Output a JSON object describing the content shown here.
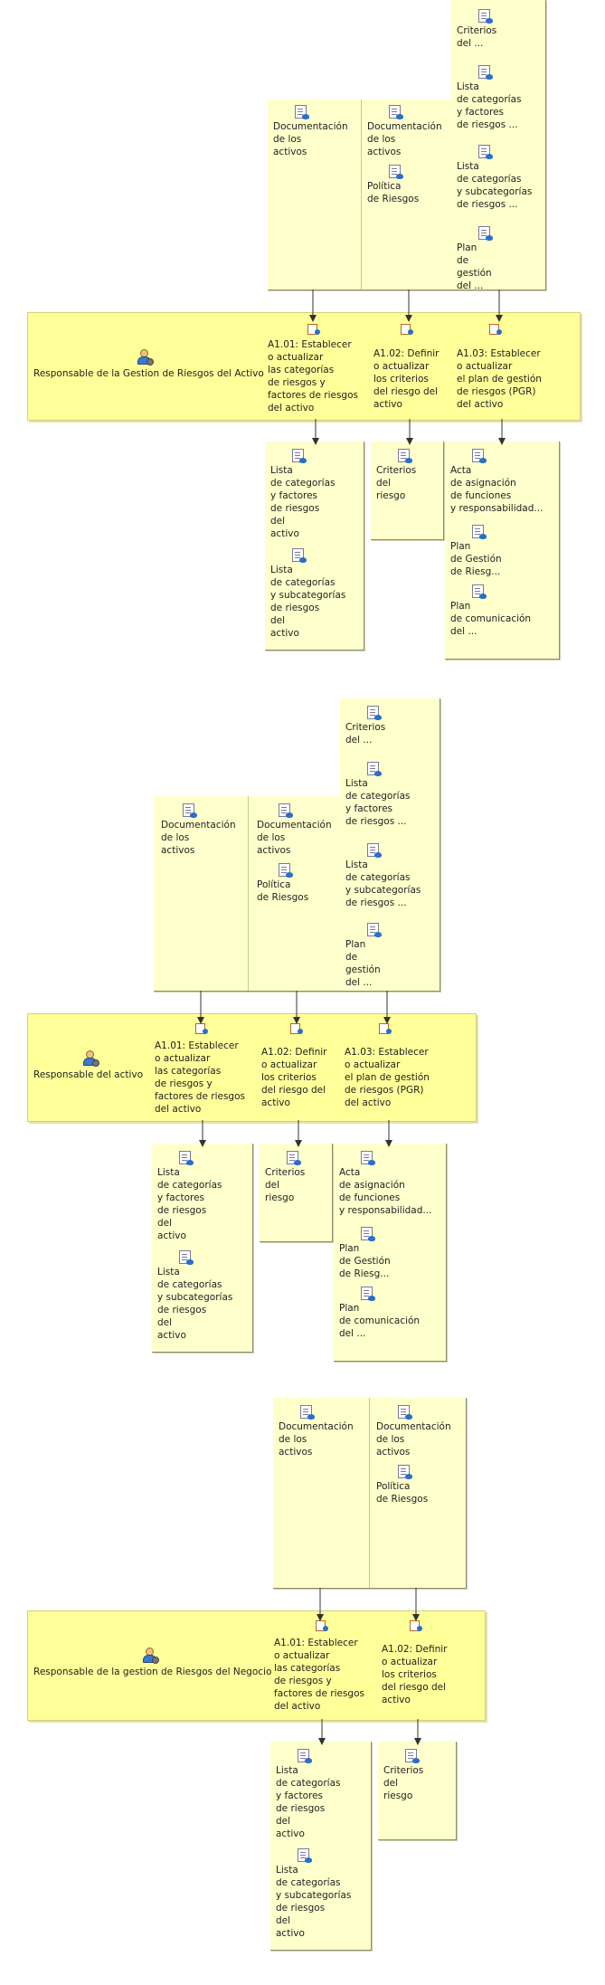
{
  "diagrams": [
    {
      "role": "Responsable de la Gestion de Riesgos del Activo",
      "activities": [
        "A1.01: Establecer\no actualizar\nlas categorías\nde riesgos y\nfactores de riesgos\ndel activo",
        "A1.02: Definir\no actualizar\nlos criterios\ndel riesgo del\nactivo",
        "A1.03: Establecer\no actualizar\nel plan de gestión\nde riesgos (PGR)\ndel activo"
      ],
      "inputs": [
        [
          "Documentación\nde los\nactivos"
        ],
        [
          "Documentación\nde los\nactivos",
          "Política\nde Riesgos"
        ],
        [
          "Criterios\ndel ...",
          "Lista\nde categorías\ny factores\nde riesgos ...",
          "Lista\nde categorías\ny subcategorías\nde riesgos ...",
          "Plan\nde\ngestión\ndel ..."
        ]
      ],
      "outputs": [
        [
          "Lista\nde categorías\ny factores\nde riesgos\ndel\nactivo",
          "Lista\nde categorías\ny subcategorías\nde riesgos\ndel\nactivo"
        ],
        [
          "Criterios\ndel\nriesgo"
        ],
        [
          "Acta\nde asignación\nde funciones\ny responsabilidad...",
          "Plan\nde Gestión\nde Riesg...",
          "Plan\nde comunicación\ndel ..."
        ]
      ]
    },
    {
      "role": "Responsable del activo",
      "activities": [
        "A1.01: Establecer\no actualizar\nlas categorías\nde riesgos y\nfactores de riesgos\ndel activo",
        "A1.02: Definir\no actualizar\nlos criterios\ndel riesgo del\nactivo",
        "A1.03: Establecer\no actualizar\nel plan de gestión\nde riesgos (PGR)\ndel activo"
      ],
      "inputs": [
        [
          "Documentación\nde los\nactivos"
        ],
        [
          "Documentación\nde los\nactivos",
          "Política\nde Riesgos"
        ],
        [
          "Criterios\ndel ...",
          "Lista\nde categorías\ny factores\nde riesgos ...",
          "Lista\nde categorías\ny subcategorías\nde riesgos ...",
          "Plan\nde\ngestión\ndel ..."
        ]
      ],
      "outputs": [
        [
          "Lista\nde categorías\ny factores\nde riesgos\ndel\nactivo",
          "Lista\nde categorías\ny subcategorías\nde riesgos\ndel\nactivo"
        ],
        [
          "Criterios\ndel\nriesgo"
        ],
        [
          "Acta\nde asignación\nde funciones\ny responsabilidad...",
          "Plan\nde Gestión\nde Riesg...",
          "Plan\nde comunicación\ndel ..."
        ]
      ]
    },
    {
      "role": "Responsable de la gestion de Riesgos del Negocio",
      "activities": [
        "A1.01: Establecer\no actualizar\nlas categorías\nde riesgos y\nfactores de riesgos\ndel activo",
        "A1.02: Definir\no actualizar\nlos criterios\ndel riesgo del\nactivo"
      ],
      "inputs": [
        [
          "Documentación\nde los\nactivos"
        ],
        [
          "Documentación\nde los\nactivos",
          "Política\nde Riesgos"
        ]
      ],
      "outputs": [
        [
          "Lista\nde categorías\ny factores\nde riesgos\ndel\nactivo",
          "Lista\nde categorías\ny subcategorías\nde riesgos\ndel\nactivo"
        ],
        [
          "Criterios\ndel\nriesgo"
        ]
      ]
    }
  ]
}
